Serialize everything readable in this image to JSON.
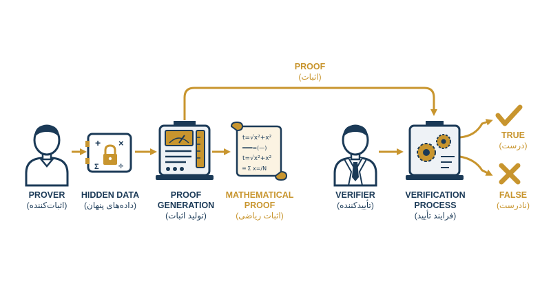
{
  "colors": {
    "navy": "#1b3a57",
    "gold": "#c8952e",
    "paper": "#fbf3e2",
    "light": "#eef2f6"
  },
  "proof_arrow": {
    "title": "PROOF",
    "subtitle": "(اثبات)"
  },
  "nodes": {
    "prover": {
      "title": "PROVER",
      "subtitle": "(اثبات‌کننده)",
      "icon": "person-icon"
    },
    "hidden_data": {
      "title": "HIDDEN DATA",
      "subtitle": "(داده‌های پنهان)",
      "icon": "lock-safe-icon"
    },
    "proof_generation": {
      "title_line1": "PROOF",
      "title_line2": "GENERATION",
      "subtitle": "(تولید اثبات)",
      "icon": "machine-icon"
    },
    "mathematical_proof": {
      "title_line1": "MATHEMATICAL",
      "title_line2": "PROOF",
      "subtitle": "(اثبات ریاضی)",
      "icon": "scroll-icon"
    },
    "verifier": {
      "title": "VERIFIER",
      "subtitle": "(تأییدکننده)",
      "icon": "businessman-icon"
    },
    "verification_process": {
      "title_line1": "VERIFICATION",
      "title_line2": "PROCESS",
      "subtitle": "(فرایند تأیید)",
      "icon": "gears-monitor-icon"
    },
    "true": {
      "title": "TRUE",
      "subtitle": "(درست)",
      "icon": "check-icon"
    },
    "false": {
      "title": "FALSE",
      "subtitle": "(نادرست)",
      "icon": "cross-icon"
    }
  },
  "scroll_text": {
    "line1": "t=√x²+x²",
    "line2": "═══=(—)",
    "line3": "t=√x²+x²",
    "line4": "═ Σ x=/N"
  },
  "safe_symbols": {
    "plus": "+",
    "times": "×",
    "sigma": "Σ",
    "divide": "÷"
  }
}
